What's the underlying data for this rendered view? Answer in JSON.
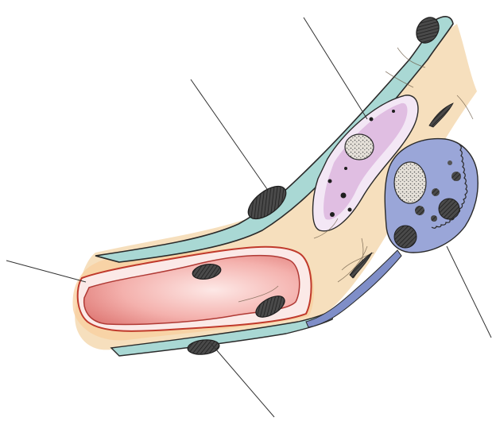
{
  "diagram": {
    "kind": "histology-illustration",
    "labels": [],
    "colors": {
      "background": "#ffffff",
      "outline": "#2a2a2a",
      "leader_line": "#333333",
      "connective_tissue": "#f5dcb8",
      "connective_tissue_light": "#f9ebd2",
      "endothelial_cell": "#a9d8d4",
      "epithelial_cell": "#a7dcd6",
      "red_blood_cell": "#f1a3a3",
      "red_blood_cell_edge": "#c0392b",
      "rbc_outer_halo": "#f4c097",
      "plasma_cell": "#dcb6de",
      "plasma_cell_inner": "#f3e7f5",
      "mast_cell": "#9aa6d8",
      "basement_membrane": "#7f8ec8",
      "nucleus": "#3a3a3a",
      "nucleus_light": "#d9d4cc"
    },
    "parts": [
      {
        "id": "capillary-lumen",
        "icon": "rbc-icon"
      },
      {
        "id": "endothelial-cell-upper",
        "icon": "cell-icon"
      },
      {
        "id": "endothelial-cell-lower",
        "icon": "cell-icon"
      },
      {
        "id": "plasma-cell",
        "icon": "cell-icon"
      },
      {
        "id": "mast-cell",
        "icon": "cell-icon"
      },
      {
        "id": "epithelial-cell-upper",
        "icon": "cell-icon"
      }
    ]
  }
}
